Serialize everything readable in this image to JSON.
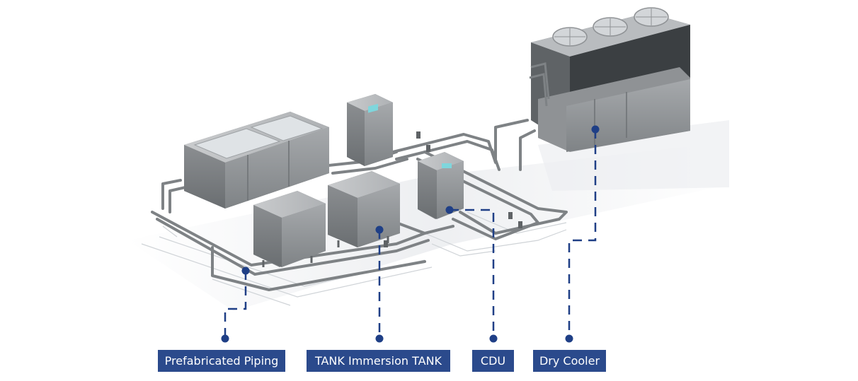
{
  "labels": {
    "piping": "Prefabricated Piping",
    "tank": "TANK Immersion TANK",
    "cdu": "CDU",
    "dry_cooler": "Dry Cooler"
  },
  "colors": {
    "label_bg": "#2b4a8c",
    "callout": "#1f3f86",
    "equipment": "#8f9295",
    "equipment_dark": "#5f6366",
    "equipment_light": "#b9bcbf",
    "pipe": "#7e8285",
    "floor_outline": "#cfd3d7",
    "shadow": "#eceef1",
    "display": "#7fd6dc"
  }
}
